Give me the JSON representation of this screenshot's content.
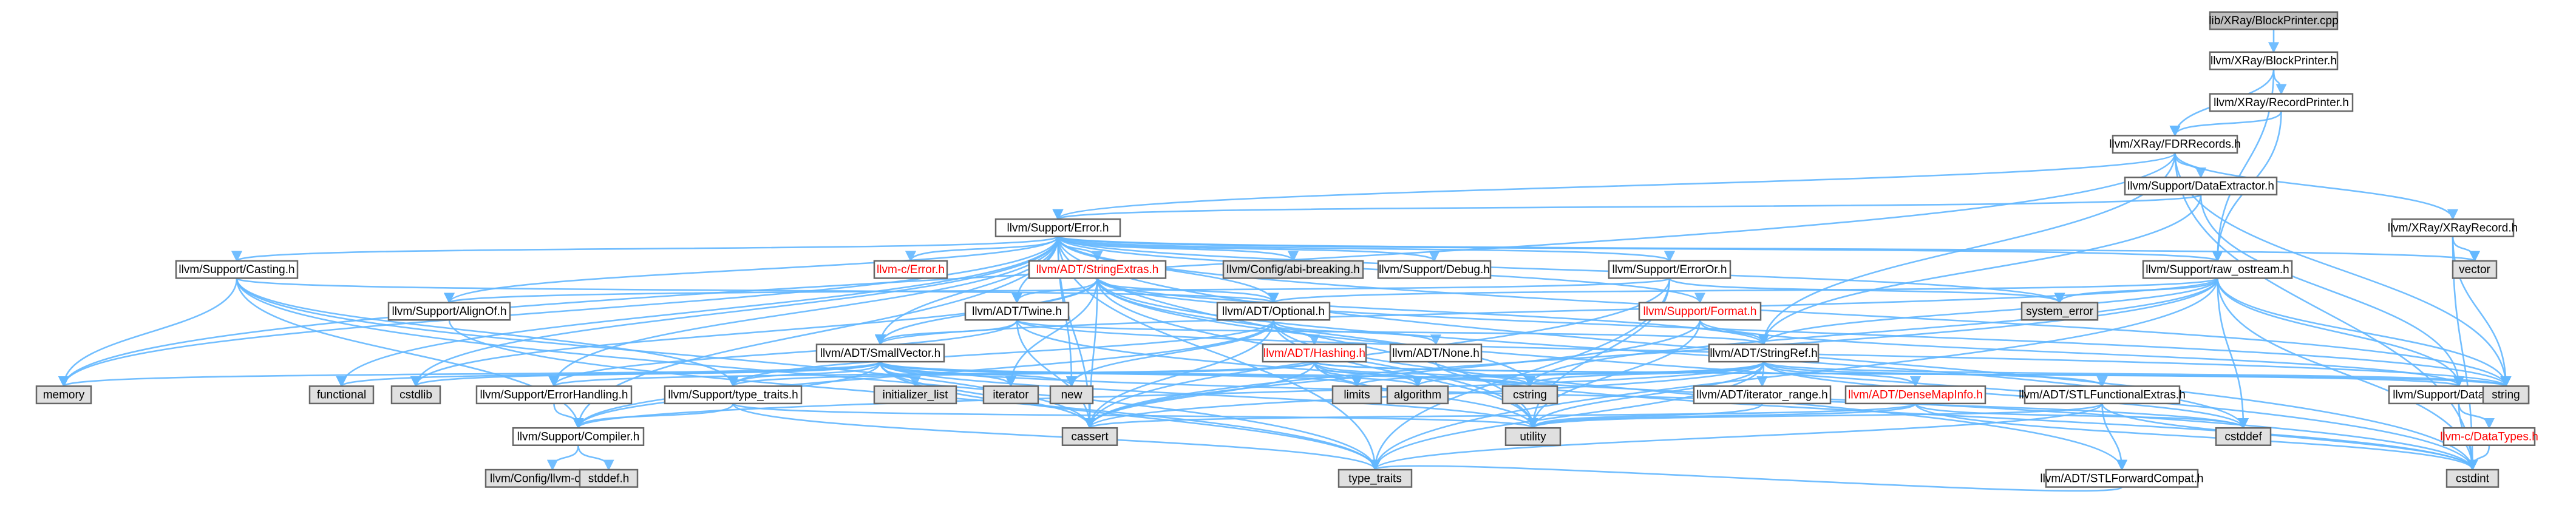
{
  "colors": {
    "edge": "#63b8ff",
    "node_fill": "#ffffff",
    "system_fill": "#e0e0e0",
    "root_fill": "#bfbfbf",
    "border": "#666666",
    "text": "#000000",
    "missing_text": "#ff0000",
    "missing_border": "#ff0000"
  },
  "nodes": [
    {
      "id": "root",
      "label": "lib/XRay/BlockPrinter.cpp",
      "kind": "root"
    },
    {
      "id": "blockprinter_h",
      "label": "llvm/XRay/BlockPrinter.h",
      "kind": "node"
    },
    {
      "id": "recordprinter_h",
      "label": "llvm/XRay/RecordPrinter.h",
      "kind": "node"
    },
    {
      "id": "fdrrecords_h",
      "label": "llvm/XRay/FDRRecords.h",
      "kind": "node"
    },
    {
      "id": "dataextractor_h",
      "label": "llvm/Support/DataExtractor.h",
      "kind": "node"
    },
    {
      "id": "xrayrecord_h",
      "label": "llvm/XRay/XRayRecord.h",
      "kind": "node"
    },
    {
      "id": "error_h",
      "label": "llvm/Support/Error.h",
      "kind": "node"
    },
    {
      "id": "vector",
      "label": "vector",
      "kind": "system"
    },
    {
      "id": "casting_h",
      "label": "llvm/Support/Casting.h",
      "kind": "node"
    },
    {
      "id": "c_error_h",
      "label": "llvm-c/Error.h",
      "kind": "missing"
    },
    {
      "id": "stringextras_h",
      "label": "llvm/ADT/StringExtras.h",
      "kind": "missing"
    },
    {
      "id": "abi_breaking_h",
      "label": "llvm/Config/abi-breaking.h",
      "kind": "system"
    },
    {
      "id": "debug_h",
      "label": "llvm/Support/Debug.h",
      "kind": "node"
    },
    {
      "id": "erroror_h",
      "label": "llvm/Support/ErrorOr.h",
      "kind": "node"
    },
    {
      "id": "raw_ostream_h",
      "label": "llvm/Support/raw_ostream.h",
      "kind": "node"
    },
    {
      "id": "alignof_h",
      "label": "llvm/Support/AlignOf.h",
      "kind": "node"
    },
    {
      "id": "twine_h",
      "label": "llvm/ADT/Twine.h",
      "kind": "node"
    },
    {
      "id": "optional_h",
      "label": "llvm/ADT/Optional.h",
      "kind": "node"
    },
    {
      "id": "format_h",
      "label": "llvm/Support/Format.h",
      "kind": "missing"
    },
    {
      "id": "system_error",
      "label": "system_error",
      "kind": "system"
    },
    {
      "id": "smallvector_h",
      "label": "llvm/ADT/SmallVector.h",
      "kind": "node"
    },
    {
      "id": "hashing_h",
      "label": "llvm/ADT/Hashing.h",
      "kind": "missing"
    },
    {
      "id": "none_h",
      "label": "llvm/ADT/None.h",
      "kind": "node"
    },
    {
      "id": "stringref_h",
      "label": "llvm/ADT/StringRef.h",
      "kind": "node"
    },
    {
      "id": "memory",
      "label": "memory",
      "kind": "system"
    },
    {
      "id": "functional",
      "label": "functional",
      "kind": "system"
    },
    {
      "id": "cstdlib",
      "label": "cstdlib",
      "kind": "system"
    },
    {
      "id": "errorhandling_h",
      "label": "llvm/Support/ErrorHandling.h",
      "kind": "node"
    },
    {
      "id": "type_traits_h",
      "label": "llvm/Support/type_traits.h",
      "kind": "node"
    },
    {
      "id": "initializer_list",
      "label": "initializer_list",
      "kind": "system"
    },
    {
      "id": "iterator",
      "label": "iterator",
      "kind": "system"
    },
    {
      "id": "new",
      "label": "new",
      "kind": "system"
    },
    {
      "id": "limits",
      "label": "limits",
      "kind": "system"
    },
    {
      "id": "algorithm",
      "label": "algorithm",
      "kind": "system"
    },
    {
      "id": "cstring",
      "label": "cstring",
      "kind": "system"
    },
    {
      "id": "iterator_range_h",
      "label": "llvm/ADT/iterator_range.h",
      "kind": "node"
    },
    {
      "id": "densemapinfo_h",
      "label": "llvm/ADT/DenseMapInfo.h",
      "kind": "missing"
    },
    {
      "id": "stlfunctionalextras_h",
      "label": "llvm/ADT/STLFunctionalExtras.h",
      "kind": "node"
    },
    {
      "id": "datatypes_h",
      "label": "llvm/Support/DataTypes.h",
      "kind": "node"
    },
    {
      "id": "string",
      "label": "string",
      "kind": "system"
    },
    {
      "id": "compiler_h",
      "label": "llvm/Support/Compiler.h",
      "kind": "node"
    },
    {
      "id": "cassert",
      "label": "cassert",
      "kind": "system"
    },
    {
      "id": "utility",
      "label": "utility",
      "kind": "system"
    },
    {
      "id": "cstddef",
      "label": "cstddef",
      "kind": "system"
    },
    {
      "id": "stlforwardcompat_h",
      "label": "llvm/ADT/STLForwardCompat.h",
      "kind": "node"
    },
    {
      "id": "c_datatypes_h",
      "label": "llvm-c/DataTypes.h",
      "kind": "missing"
    },
    {
      "id": "cstdint",
      "label": "cstdint",
      "kind": "system"
    },
    {
      "id": "llvm_config_h",
      "label": "llvm/Config/llvm-config.h",
      "kind": "system"
    },
    {
      "id": "stddef_h",
      "label": "stddef.h",
      "kind": "system"
    },
    {
      "id": "type_traits",
      "label": "type_traits",
      "kind": "system"
    }
  ],
  "edges": [
    [
      "root",
      "blockprinter_h"
    ],
    [
      "blockprinter_h",
      "recordprinter_h"
    ],
    [
      "blockprinter_h",
      "fdrrecords_h"
    ],
    [
      "blockprinter_h",
      "raw_ostream_h"
    ],
    [
      "recordprinter_h",
      "fdrrecords_h"
    ],
    [
      "recordprinter_h",
      "raw_ostream_h"
    ],
    [
      "fdrrecords_h",
      "dataextractor_h"
    ],
    [
      "fdrrecords_h",
      "xrayrecord_h"
    ],
    [
      "fdrrecords_h",
      "error_h"
    ],
    [
      "fdrrecords_h",
      "stringref_h"
    ],
    [
      "fdrrecords_h",
      "string"
    ],
    [
      "fdrrecords_h",
      "cstdint"
    ],
    [
      "fdrrecords_h",
      "memory"
    ],
    [
      "dataextractor_h",
      "error_h"
    ],
    [
      "dataextractor_h",
      "datatypes_h"
    ],
    [
      "dataextractor_h",
      "stringref_h"
    ],
    [
      "xrayrecord_h",
      "vector"
    ],
    [
      "xrayrecord_h",
      "cstdint"
    ],
    [
      "xrayrecord_h",
      "string"
    ],
    [
      "error_h",
      "c_error_h"
    ],
    [
      "error_h",
      "stringextras_h"
    ],
    [
      "error_h",
      "abi_breaking_h"
    ],
    [
      "error_h",
      "debug_h"
    ],
    [
      "error_h",
      "erroror_h"
    ],
    [
      "error_h",
      "raw_ostream_h"
    ],
    [
      "error_h",
      "vector"
    ],
    [
      "error_h",
      "casting_h"
    ],
    [
      "error_h",
      "alignof_h"
    ],
    [
      "error_h",
      "twine_h"
    ],
    [
      "error_h",
      "smallvector_h"
    ],
    [
      "error_h",
      "errorhandling_h"
    ],
    [
      "error_h",
      "compiler_h"
    ],
    [
      "error_h",
      "format_h"
    ],
    [
      "error_h",
      "system_error"
    ],
    [
      "error_h",
      "string"
    ],
    [
      "error_h",
      "cstdint"
    ],
    [
      "error_h",
      "cassert"
    ],
    [
      "error_h",
      "memory"
    ],
    [
      "error_h",
      "new"
    ],
    [
      "error_h",
      "functional"
    ],
    [
      "error_h",
      "cstdlib"
    ],
    [
      "error_h",
      "utility"
    ],
    [
      "error_h",
      "type_traits"
    ],
    [
      "error_h",
      "optional_h"
    ],
    [
      "casting_h",
      "type_traits_h"
    ],
    [
      "casting_h",
      "compiler_h"
    ],
    [
      "casting_h",
      "cassert"
    ],
    [
      "casting_h",
      "memory"
    ],
    [
      "casting_h",
      "type_traits"
    ],
    [
      "casting_h",
      "optional_h"
    ],
    [
      "stringextras_h",
      "twine_h"
    ],
    [
      "stringextras_h",
      "smallvector_h"
    ],
    [
      "stringextras_h",
      "stringref_h"
    ],
    [
      "stringextras_h",
      "optional_h"
    ],
    [
      "stringextras_h",
      "iterator"
    ],
    [
      "stringextras_h",
      "cassert"
    ],
    [
      "stringextras_h",
      "cstddef"
    ],
    [
      "stringextras_h",
      "cstdint"
    ],
    [
      "stringextras_h",
      "cstdlib"
    ],
    [
      "stringextras_h",
      "cstring"
    ],
    [
      "stringextras_h",
      "string"
    ],
    [
      "stringextras_h",
      "utility"
    ],
    [
      "erroror_h",
      "alignof_h"
    ],
    [
      "erroror_h",
      "cassert"
    ],
    [
      "erroror_h",
      "system_error"
    ],
    [
      "erroror_h",
      "type_traits"
    ],
    [
      "erroror_h",
      "utility"
    ],
    [
      "raw_ostream_h",
      "stringref_h"
    ],
    [
      "raw_ostream_h",
      "datatypes_h"
    ],
    [
      "raw_ostream_h",
      "optional_h"
    ],
    [
      "raw_ostream_h",
      "cassert"
    ],
    [
      "raw_ostream_h",
      "cstddef"
    ],
    [
      "raw_ostream_h",
      "cstdint"
    ],
    [
      "raw_ostream_h",
      "cstring"
    ],
    [
      "raw_ostream_h",
      "string"
    ],
    [
      "raw_ostream_h",
      "type_traits"
    ],
    [
      "raw_ostream_h",
      "system_error"
    ],
    [
      "raw_ostream_h",
      "smallvector_h"
    ],
    [
      "alignof_h",
      "type_traits"
    ],
    [
      "twine_h",
      "smallvector_h"
    ],
    [
      "twine_h",
      "stringref_h"
    ],
    [
      "twine_h",
      "errorhandling_h"
    ],
    [
      "twine_h",
      "cassert"
    ],
    [
      "twine_h",
      "cstdint"
    ],
    [
      "twine_h",
      "string"
    ],
    [
      "optional_h",
      "hashing_h"
    ],
    [
      "optional_h",
      "none_h"
    ],
    [
      "optional_h",
      "stlforwardcompat_h"
    ],
    [
      "optional_h",
      "compiler_h"
    ],
    [
      "optional_h",
      "type_traits_h"
    ],
    [
      "optional_h",
      "cassert"
    ],
    [
      "optional_h",
      "new"
    ],
    [
      "optional_h",
      "utility"
    ],
    [
      "format_h",
      "arrayref"
    ],
    [
      "format_h",
      "stringref_h"
    ],
    [
      "format_h",
      "datatypes_h"
    ],
    [
      "format_h",
      "cassert"
    ],
    [
      "format_h",
      "cstdio"
    ],
    [
      "format_h",
      "tuple"
    ],
    [
      "format_h",
      "utility"
    ],
    [
      "smallvector_h",
      "compiler_h"
    ],
    [
      "smallvector_h",
      "type_traits_h"
    ],
    [
      "smallvector_h",
      "algorithm"
    ],
    [
      "smallvector_h",
      "cassert"
    ],
    [
      "smallvector_h",
      "cstddef"
    ],
    [
      "smallvector_h",
      "cstdlib"
    ],
    [
      "smallvector_h",
      "cstring"
    ],
    [
      "smallvector_h",
      "functional"
    ],
    [
      "smallvector_h",
      "initializer_list"
    ],
    [
      "smallvector_h",
      "iterator"
    ],
    [
      "smallvector_h",
      "limits"
    ],
    [
      "smallvector_h",
      "memory"
    ],
    [
      "smallvector_h",
      "new"
    ],
    [
      "smallvector_h",
      "type_traits"
    ],
    [
      "smallvector_h",
      "utility"
    ],
    [
      "hashing_h",
      "errorhandling_h"
    ],
    [
      "hashing_h",
      "datatypes_h"
    ],
    [
      "hashing_h",
      "type_traits_h"
    ],
    [
      "hashing_h",
      "algorithm"
    ],
    [
      "hashing_h",
      "cassert"
    ],
    [
      "hashing_h",
      "cstring"
    ],
    [
      "hashing_h",
      "string"
    ],
    [
      "hashing_h",
      "tuple"
    ],
    [
      "hashing_h",
      "utility"
    ],
    [
      "hashing_h",
      "limits"
    ],
    [
      "stringref_h",
      "densemapinfo_h"
    ],
    [
      "stringref_h",
      "stlfunctionalextras_h"
    ],
    [
      "stringref_h",
      "iterator_range_h"
    ],
    [
      "stringref_h",
      "compiler_h"
    ],
    [
      "stringref_h",
      "algorithm"
    ],
    [
      "stringref_h",
      "cassert"
    ],
    [
      "stringref_h",
      "cstddef"
    ],
    [
      "stringref_h",
      "cstring"
    ],
    [
      "stringref_h",
      "limits"
    ],
    [
      "stringref_h",
      "string"
    ],
    [
      "stringref_h",
      "type_traits"
    ],
    [
      "stringref_h",
      "utility"
    ],
    [
      "type_traits_h",
      "compiler_h"
    ],
    [
      "type_traits_h",
      "type_traits"
    ],
    [
      "type_traits_h",
      "utility"
    ],
    [
      "errorhandling_h",
      "compiler_h"
    ],
    [
      "iterator_range_h",
      "utility"
    ],
    [
      "densemapinfo_h",
      "cassert"
    ],
    [
      "densemapinfo_h",
      "cstddef"
    ],
    [
      "densemapinfo_h",
      "cstdint"
    ],
    [
      "densemapinfo_h",
      "utility"
    ],
    [
      "stlfunctionalextras_h",
      "stlforwardcompat_h"
    ],
    [
      "stlfunctionalextras_h",
      "cstdint"
    ],
    [
      "stlfunctionalextras_h",
      "type_traits"
    ],
    [
      "stlfunctionalextras_h",
      "utility"
    ],
    [
      "stlforwardcompat_h",
      "type_traits"
    ],
    [
      "datatypes_h",
      "c_datatypes_h"
    ],
    [
      "c_datatypes_h",
      "cstdint"
    ],
    [
      "datatypes_h",
      "cstdint"
    ],
    [
      "compiler_h",
      "llvm_config_h"
    ],
    [
      "compiler_h",
      "stddef_h"
    ],
    [
      "none_h",
      "cstdint"
    ]
  ]
}
